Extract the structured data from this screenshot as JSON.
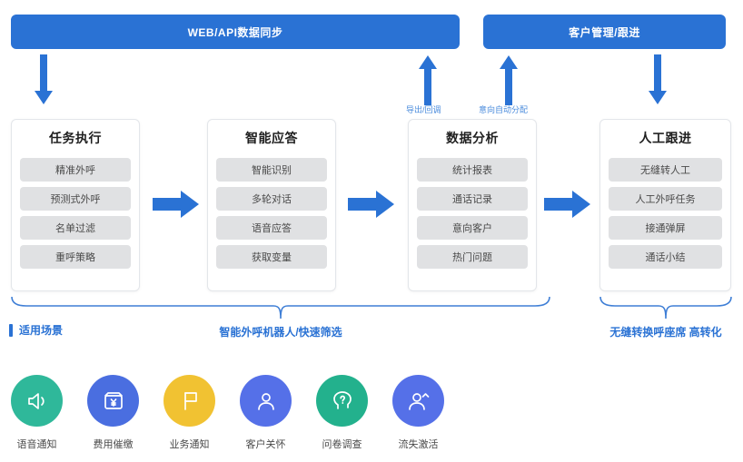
{
  "banners": [
    {
      "id": "sync",
      "label": "WEB/API数据同步"
    },
    {
      "id": "crm",
      "label": "客户管理/跟进"
    }
  ],
  "arrow_labels": {
    "export": "导出/回调",
    "assign": "意向自动分配"
  },
  "cards": [
    {
      "title": "任务执行",
      "items": [
        "精准外呼",
        "预测式外呼",
        "名单过滤",
        "重呼策略"
      ]
    },
    {
      "title": "智能应答",
      "items": [
        "智能识别",
        "多轮对话",
        "语音应答",
        "获取变量"
      ]
    },
    {
      "title": "数据分析",
      "items": [
        "统计报表",
        "通话记录",
        "意向客户",
        "热门问题"
      ]
    },
    {
      "title": "人工跟进",
      "items": [
        "无缝转人工",
        "人工外呼任务",
        "接通弹屏",
        "通话小结"
      ]
    }
  ],
  "brackets": [
    {
      "id": "left",
      "label": "智能外呼机器人/快速筛选"
    },
    {
      "id": "right",
      "label": "无缝转换呼座席 高转化"
    }
  ],
  "section": {
    "heading": "适用场景"
  },
  "scenarios": [
    {
      "label": "语音通知",
      "icon": "speaker-icon",
      "color": "#2fb89a"
    },
    {
      "label": "费用催缴",
      "icon": "wallet-yuan-icon",
      "color": "#4a6ee0"
    },
    {
      "label": "业务通知",
      "icon": "flag-icon",
      "color": "#f1c232"
    },
    {
      "label": "客户关怀",
      "icon": "user-icon",
      "color": "#5570e8"
    },
    {
      "label": "问卷调查",
      "icon": "head-question-icon",
      "color": "#23b18d"
    },
    {
      "label": "流失激活",
      "icon": "user-up-arrow-icon",
      "color": "#5570e8"
    }
  ],
  "colors": {
    "primary_blue": "#2a72d4",
    "light_blue": "#4a8bdc",
    "item_grey": "#e0e1e3"
  }
}
